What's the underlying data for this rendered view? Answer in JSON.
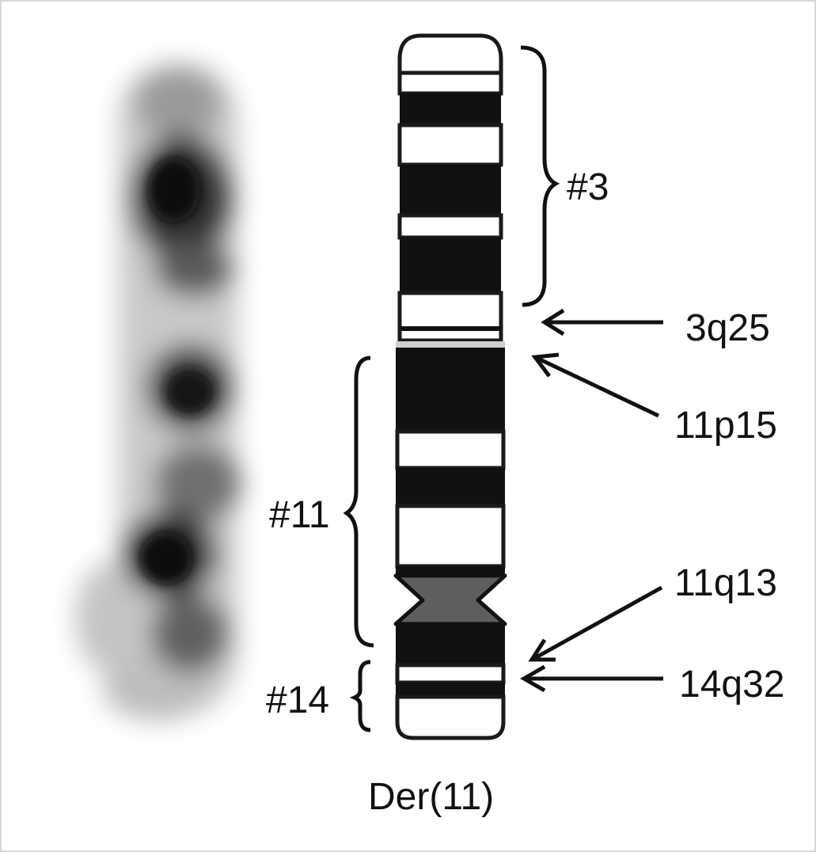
{
  "labels": {
    "chr3": "#3",
    "chr11": "#11",
    "chr14": "#14",
    "b3q25": "3q25",
    "b11p15": "11p15",
    "b11q13": "11q13",
    "b14q32": "14q32",
    "caption": "Der(11)"
  }
}
